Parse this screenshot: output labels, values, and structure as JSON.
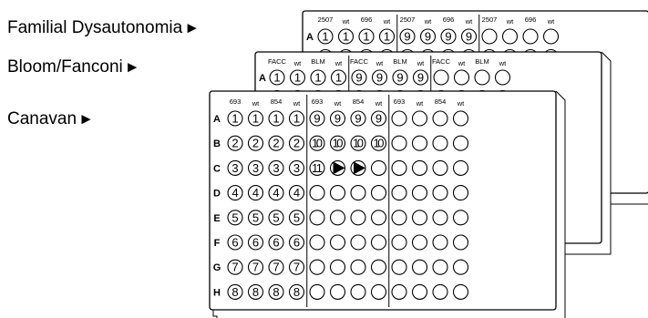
{
  "labels": {
    "fd": "Familial Dysautonomia",
    "bloom": "Bloom/Fanconi",
    "canavan": "Canavan",
    "arrow": "►"
  },
  "plates": {
    "fd": {
      "headers": [
        "2507",
        "wt",
        "696",
        "wt",
        "2507",
        "wt",
        "696",
        "wt",
        "2507",
        "wt",
        "696",
        "wt"
      ],
      "rowA": {
        "letter": "A",
        "wells": [
          "1",
          "1",
          "1",
          "1",
          "9",
          "9",
          "9",
          "9"
        ]
      }
    },
    "bloom": {
      "headers": [
        "FACC",
        "wt",
        "BLM",
        "wt",
        "FACC",
        "wt",
        "BLM",
        "wt",
        "FACC",
        "wt",
        "BLM",
        "wt"
      ],
      "rowA": {
        "letter": "A",
        "wells": [
          "1",
          "1",
          "1",
          "1",
          "9",
          "9",
          "9",
          "9"
        ]
      }
    },
    "canavan": {
      "headers": [
        "693",
        "wt",
        "854",
        "wt",
        "693",
        "wt",
        "854",
        "wt",
        "693",
        "wt",
        "854",
        "wt"
      ],
      "rows": [
        {
          "letter": "A",
          "wells": [
            "1",
            "1",
            "1",
            "1",
            "9",
            "9",
            "9",
            "9"
          ]
        },
        {
          "letter": "B",
          "wells": [
            "2",
            "2",
            "2",
            "2",
            "10",
            "10",
            "10",
            "10"
          ]
        },
        {
          "letter": "C",
          "wells": [
            "3",
            "3",
            "3",
            "3",
            "11",
            "",
            "",
            ""
          ]
        },
        {
          "letter": "D",
          "wells": [
            "4",
            "4",
            "4",
            "4"
          ]
        },
        {
          "letter": "E",
          "wells": [
            "5",
            "5",
            "5",
            "5"
          ]
        },
        {
          "letter": "F",
          "wells": [
            "6",
            "6",
            "6",
            "6"
          ]
        },
        {
          "letter": "G",
          "wells": [
            "7",
            "7",
            "7",
            "7"
          ]
        },
        {
          "letter": "H",
          "wells": [
            "8",
            "8",
            "8",
            "8"
          ]
        }
      ],
      "arrow_wells": [
        [
          2,
          5
        ],
        [
          2,
          6
        ]
      ]
    }
  }
}
